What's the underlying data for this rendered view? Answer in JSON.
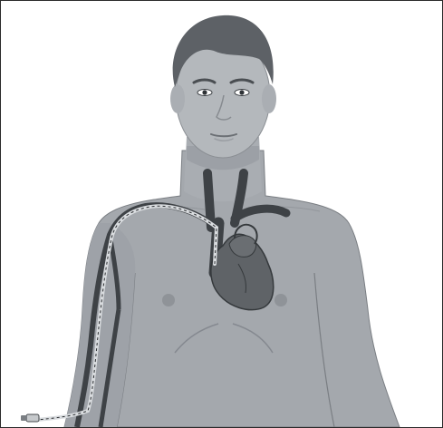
{
  "figure": {
    "caption": "",
    "colors": {
      "background": "#ffffff",
      "border": "#2b2b2b",
      "skin": "#a4a8ad",
      "skin_shadow": "#8d9298",
      "face": "#b4b8bc",
      "hair": "#5d6166",
      "vessel": "#3e4246",
      "heart": "#5f6367",
      "heart_outline": "#35393c",
      "catheter": "#d9dcdf",
      "catheter_stripe": "#2c2f32",
      "outline": "#7a7e83"
    },
    "parts": [
      "head",
      "hair",
      "face",
      "neck",
      "torso",
      "right-arm",
      "superior-vena-cava",
      "brachiocephalic-veins",
      "arm-vein",
      "heart",
      "picc-catheter",
      "catheter-hub",
      "nipples",
      "chest-contour-lines"
    ]
  }
}
